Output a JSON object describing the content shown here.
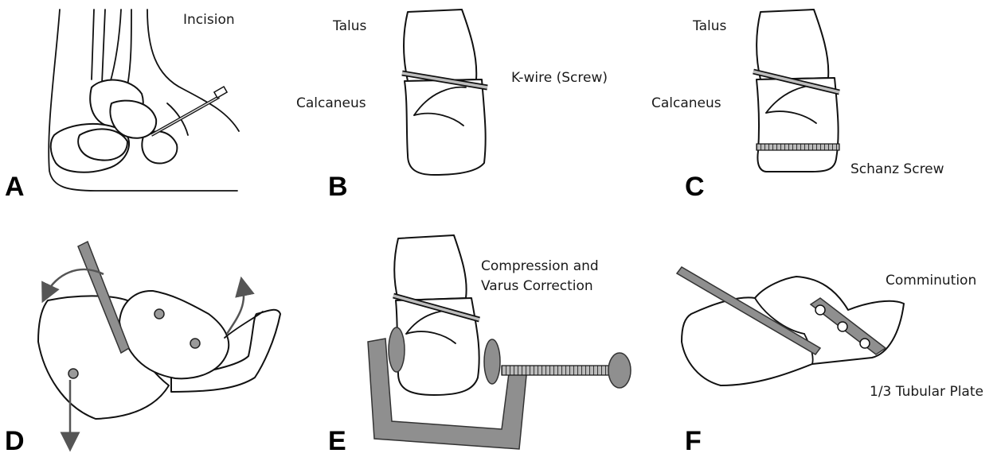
{
  "panels": {
    "a": {
      "letter": "A",
      "label_incision": "Incision"
    },
    "b": {
      "letter": "B",
      "label_talus": "Talus",
      "label_calcaneus": "Calcaneus",
      "label_kwire": "K-wire (Screw)"
    },
    "c": {
      "letter": "C",
      "label_talus": "Talus",
      "label_calcaneus": "Calcaneus",
      "label_schanz": "Schanz Screw"
    },
    "d": {
      "letter": "D"
    },
    "e": {
      "letter": "E",
      "label_compression_1": "Compression and",
      "label_compression_2": "Varus Correction"
    },
    "f": {
      "letter": "F",
      "label_comminution": "Comminution",
      "label_plate": "1/3 Tubular Plate"
    }
  },
  "colors": {
    "ink": "#111111",
    "hardware_gray": "#8f8f8f",
    "arrow_gray": "#555555",
    "background": "#ffffff"
  }
}
